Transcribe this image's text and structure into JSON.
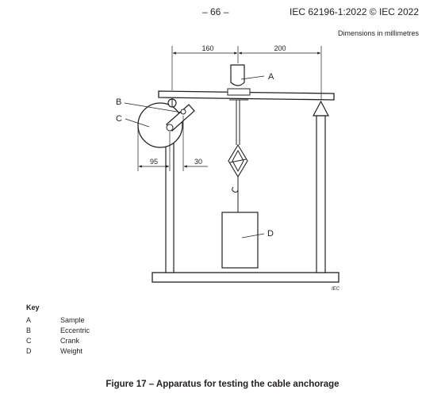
{
  "header": {
    "page_number": "– 66 –",
    "standard": "IEC 62196-1:2022 © IEC 2022"
  },
  "figure": {
    "dimensions_note": "Dimensions in millimetres",
    "dim_left": "160",
    "dim_right": "200",
    "dim_eccentric_left": "95",
    "dim_eccentric_right": "30",
    "labels": {
      "a": "A",
      "b": "B",
      "c": "C",
      "d": "D"
    },
    "watermark": "IEC"
  },
  "key": {
    "title": "Key",
    "items": [
      {
        "letter": "A",
        "text": "Sample"
      },
      {
        "letter": "B",
        "text": "Eccentric"
      },
      {
        "letter": "C",
        "text": "Crank"
      },
      {
        "letter": "D",
        "text": "Weight"
      }
    ]
  },
  "caption": "Figure 17 – Apparatus for testing the cable anchorage"
}
